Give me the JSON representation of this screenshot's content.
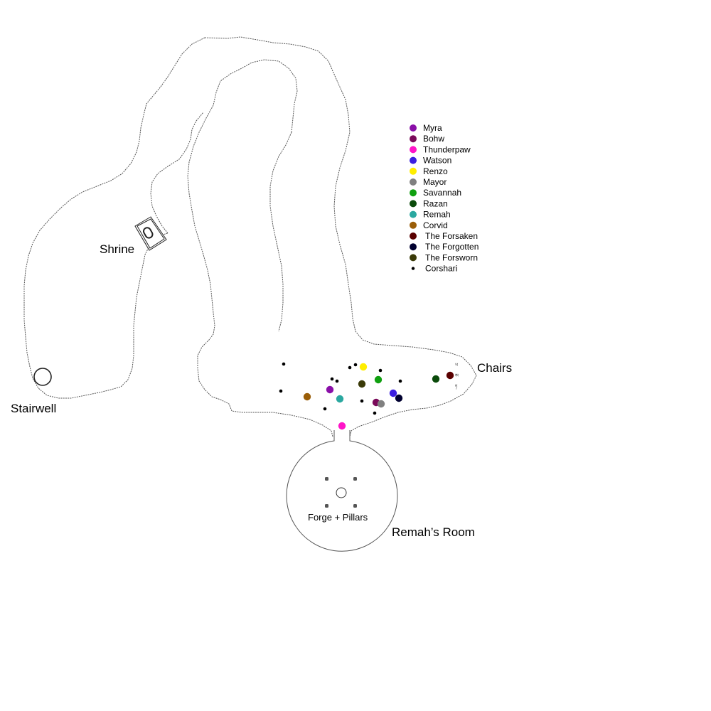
{
  "locations": {
    "shrine": "Shrine",
    "stairwell": "Stairwell",
    "chairs": "Chairs",
    "remahs_room": "Remah’s Room",
    "forge": "Forge + Pillars"
  },
  "chair_marks": [
    "ཡ",
    "ཨ",
    "ཏ"
  ],
  "legend": [
    {
      "key": "myra",
      "label": "Myra",
      "color": "#8a0fa8"
    },
    {
      "key": "bohw",
      "label": "Bohw",
      "color": "#7a0a5a"
    },
    {
      "key": "thunderpaw",
      "label": "Thunderpaw",
      "color": "#ff14c8"
    },
    {
      "key": "watson",
      "label": "Watson",
      "color": "#3a1ee0"
    },
    {
      "key": "renzo",
      "label": "Renzo",
      "color": "#ffee00"
    },
    {
      "key": "mayor",
      "label": "Mayor",
      "color": "#808080"
    },
    {
      "key": "savannah",
      "label": "Savannah",
      "color": "#10a010"
    },
    {
      "key": "razan",
      "label": "Razan",
      "color": "#0a4a0a"
    },
    {
      "key": "remah",
      "label": "Remah",
      "color": "#2aa8a0"
    },
    {
      "key": "corvid",
      "label": "Corvid",
      "color": "#9a5e08"
    },
    {
      "key": "the_forsaken",
      "label": "The Forsaken",
      "color": "#5a0000"
    },
    {
      "key": "the_forgotten",
      "label": "The Forgotten",
      "color": "#000030"
    },
    {
      "key": "the_forsworn",
      "label": "The Forsworn",
      "color": "#3a3a08"
    },
    {
      "key": "corshari",
      "label": "Corshari",
      "color": "#000000",
      "small": true
    }
  ]
}
